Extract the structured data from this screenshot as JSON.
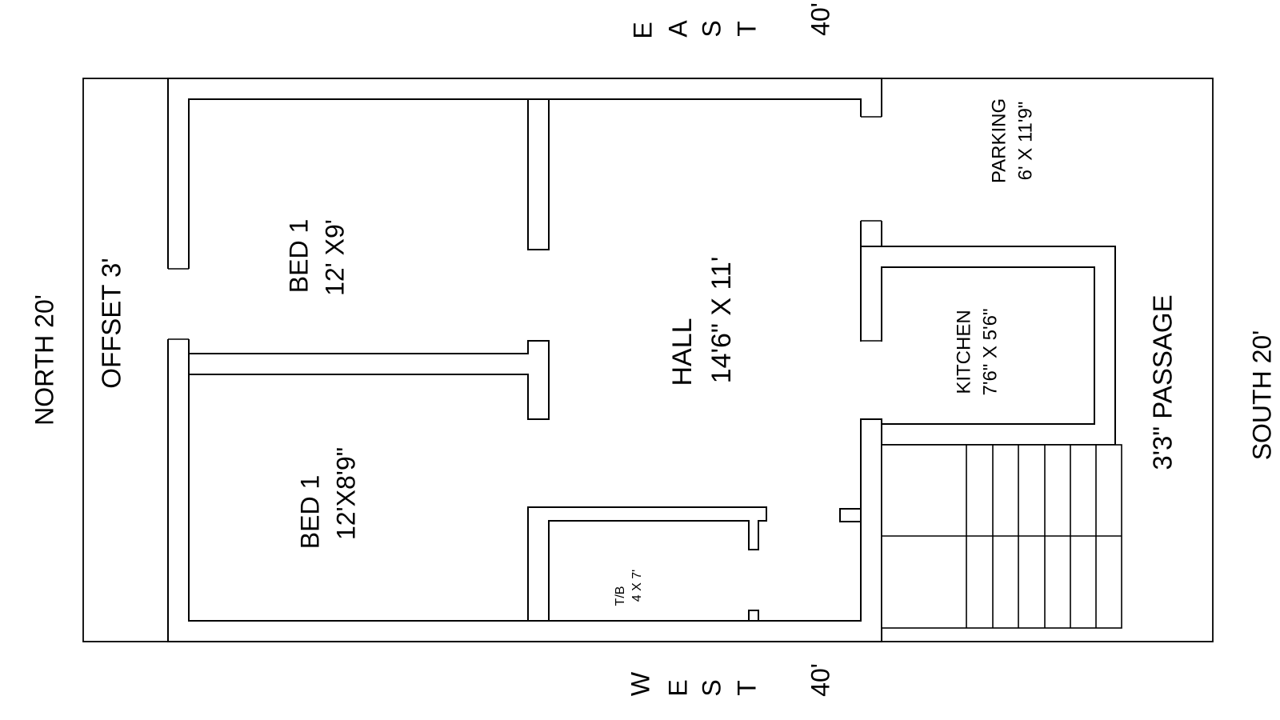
{
  "compass": {
    "north": "NORTH 20'",
    "south": "SOUTH 20'",
    "east_letters": [
      "E",
      "A",
      "S",
      "T"
    ],
    "east_dim": "40'",
    "west_letters": [
      "W",
      "E",
      "S",
      "T"
    ],
    "west_dim": "40'"
  },
  "labels": {
    "offset": "OFFSET 3'",
    "passage": "3'3\" PASSAGE"
  },
  "rooms": {
    "bed_top": {
      "name": "BED 1",
      "size": "12' X9'"
    },
    "bed_bottom": {
      "name": "BED 1",
      "size": "12'X8'9\""
    },
    "hall": {
      "name": "HALL",
      "size": "14'6\" X 11'"
    },
    "kitchen": {
      "name": "KITCHEN",
      "size": "7'6\" X 5'6\""
    },
    "parking": {
      "name": "PARKING",
      "size": "6' X 11'9\""
    },
    "toilet": {
      "name": "T/B",
      "size": "4 X 7'"
    }
  },
  "colors": {
    "line": "#000000",
    "background": "#ffffff"
  }
}
